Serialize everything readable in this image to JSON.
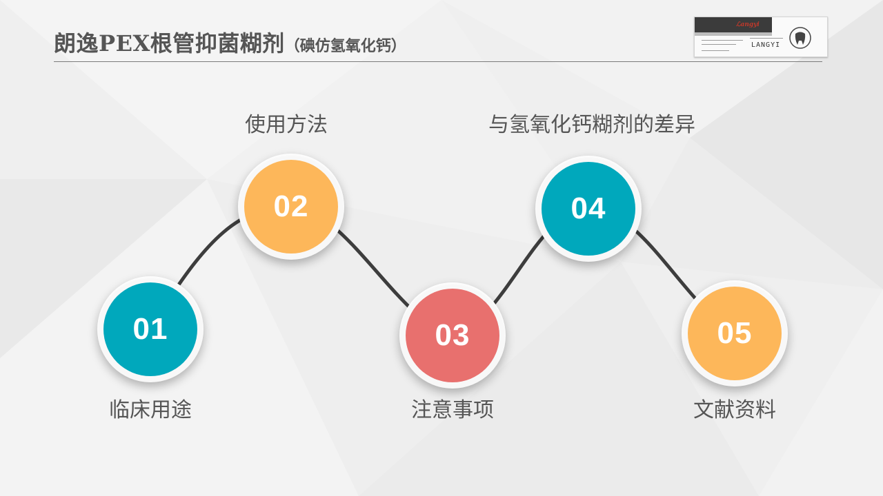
{
  "slide": {
    "title": "朗逸PEX根管抑菌糊剂",
    "subtitle": "（碘仿氢氧化钙）",
    "product_brand": "LANGYI"
  },
  "colors": {
    "teal": "#00a8bc",
    "orange": "#fdb75a",
    "coral": "#e8706e",
    "connector": "#3d3d3d"
  },
  "steps": [
    {
      "number": "01",
      "label": "临床用途",
      "color": "#00a8bc"
    },
    {
      "number": "02",
      "label": "使用方法",
      "color": "#fdb75a"
    },
    {
      "number": "03",
      "label": "注意事项",
      "color": "#e8706e"
    },
    {
      "number": "04",
      "label": "与氢氧化钙糊剂的差异",
      "color": "#00a8bc"
    },
    {
      "number": "05",
      "label": "文献资料",
      "color": "#fdb75a"
    }
  ]
}
